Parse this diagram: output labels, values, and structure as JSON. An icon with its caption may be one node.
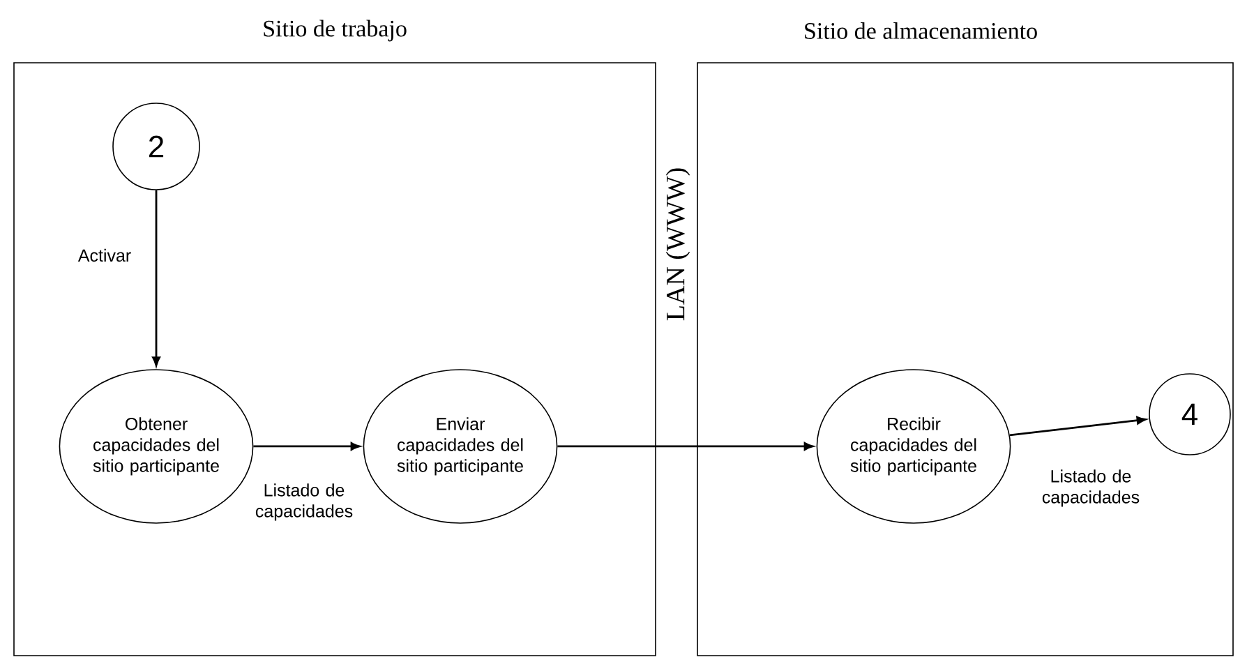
{
  "diagram": {
    "nodes": [
      {
        "text": [
          "Sitio de trabajo"
        ]
      },
      {
        "text": [
          "Sitio de almacenamiento"
        ]
      },
      {
        "text": [
          "2"
        ],
        "in": 0
      },
      {
        "text": [
          "Obtener capacidades del sitio participante"
        ],
        "in": 0
      },
      {
        "text": [
          "Enviar capacidades del sitio participante"
        ],
        "in": 0
      },
      {
        "text": [
          "Recibir capacidades del sitio participante"
        ],
        "in": 1
      },
      {
        "text": [
          "4"
        ],
        "in": 1
      }
    ],
    "edges": [
      {
        "from": 2,
        "to": 3,
        "arrow": "to",
        "label": "Activar"
      },
      {
        "from": 3,
        "to": 4,
        "arrow": "to",
        "label": "Listado de capacidades"
      },
      {
        "from": 4,
        "to": 5,
        "arrow": "to"
      },
      {
        "from": 5,
        "to": 6,
        "arrow": "to",
        "label": "Listado de capacidades"
      }
    ],
    "labels": [
      "LAN (WWW)"
    ]
  }
}
